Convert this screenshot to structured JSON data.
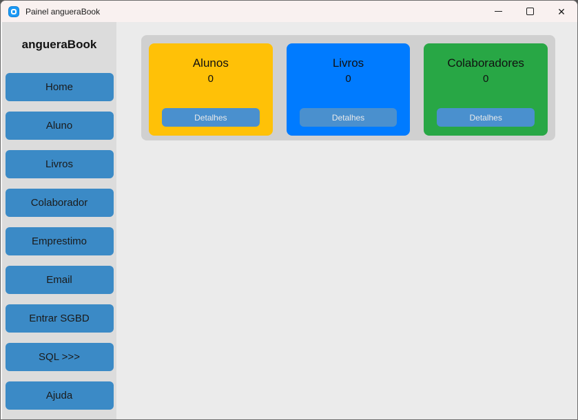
{
  "window": {
    "title": "Painel angueraBook",
    "icons": {
      "app": "app-logo-rounded-square",
      "minimize": "minimize-dash",
      "maximize": "maximize-square",
      "close": "✕"
    }
  },
  "sidebar": {
    "brand": "angueraBook",
    "items": [
      {
        "label": "Home"
      },
      {
        "label": "Aluno"
      },
      {
        "label": "Livros"
      },
      {
        "label": "Colaborador"
      },
      {
        "label": "Emprestimo"
      },
      {
        "label": "Email"
      },
      {
        "label": "Entrar SGBD"
      },
      {
        "label": "SQL >>>"
      },
      {
        "label": "Ajuda"
      }
    ]
  },
  "dashboard": {
    "cards": [
      {
        "title": "Alunos",
        "value": "0",
        "color": "#ffc107",
        "button_label": "Detalhes"
      },
      {
        "title": "Livros",
        "value": "0",
        "color": "#007bff",
        "button_label": "Detalhes"
      },
      {
        "title": "Colaboradores",
        "value": "0",
        "color": "#28a745",
        "button_label": "Detalhes"
      }
    ]
  },
  "colors": {
    "titlebar_bg": "#f9f1f0",
    "sidebar_bg": "#dcdcdc",
    "main_bg": "#ebebeb",
    "panel_bg": "#d0d0d0",
    "nav_button": "#3b8ac6",
    "detalhes_button": "#4a90ce"
  }
}
